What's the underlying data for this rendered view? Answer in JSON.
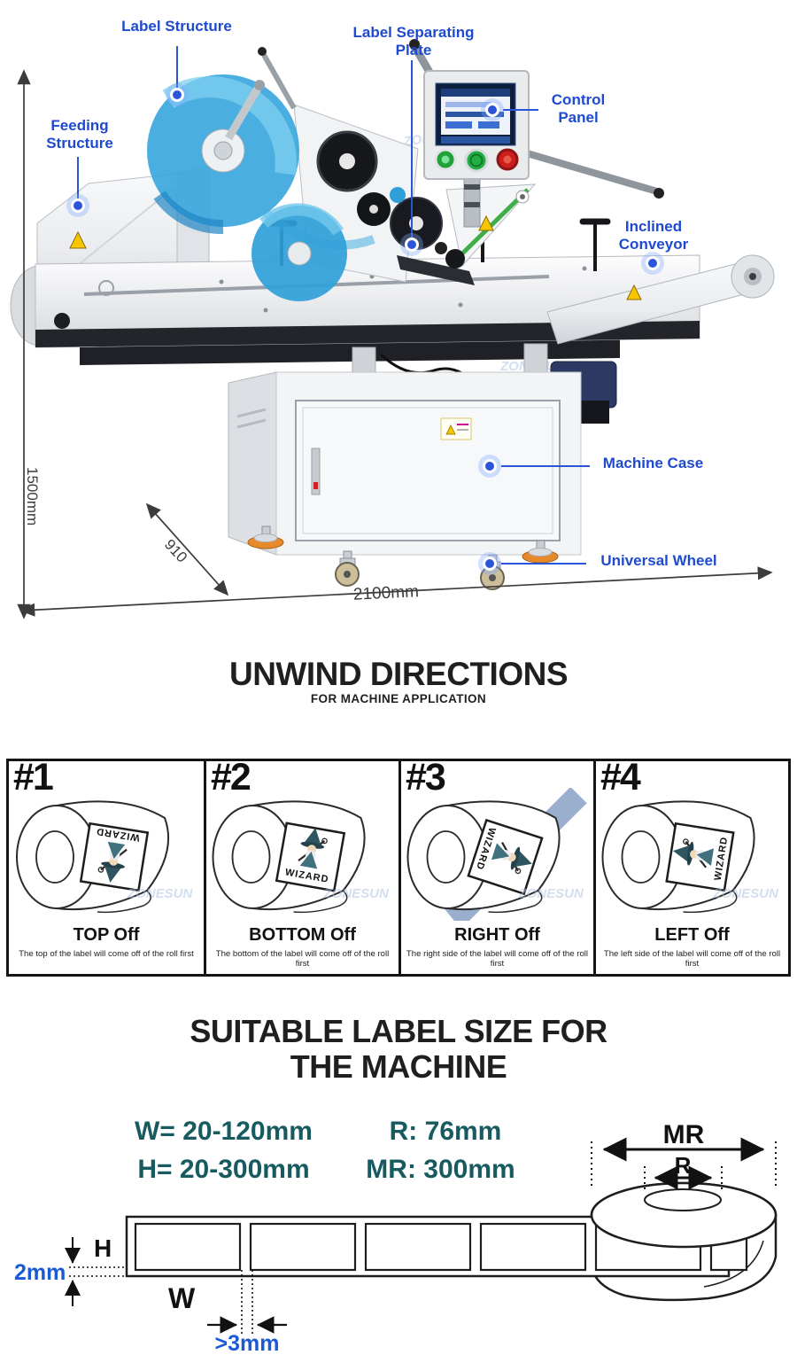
{
  "watermark": "ZONESUN",
  "colors": {
    "callout_blue": "#1e4ad0",
    "leader_blue": "#2b55d8",
    "dimension_gray": "#3c3c3c",
    "spec_teal": "#175b61",
    "annotation_blue": "#1a5ad6",
    "film_blue": "#2f9fd8",
    "checkmark_blue": "#8ea6c8"
  },
  "machine": {
    "callouts": {
      "label_structure": "Label Structure",
      "feeding_structure": "Feeding\nStructure",
      "label_separating_plate": "Label Separating\nPlate",
      "control_panel": "Control\nPanel",
      "inclined_conveyor": "Inclined\nConveyor",
      "machine_case": "Machine Case",
      "universal_wheel": "Universal Wheel"
    },
    "dimensions": {
      "height": "1500mm",
      "depth": "910",
      "length": "2100mm"
    }
  },
  "unwind": {
    "title": "UNWIND DIRECTIONS",
    "subtitle": "FOR MACHINE APPLICATION",
    "label_text": "WIZARD",
    "panels": [
      {
        "number": "#1",
        "title": "TOP Off",
        "description": "The top of the label will come off of the roll first"
      },
      {
        "number": "#2",
        "title": "BOTTOM Off",
        "description": "The bottom of the label will come off of the roll first"
      },
      {
        "number": "#3",
        "title": "RIGHT Off",
        "description": "The right side of the label will come off of the roll first"
      },
      {
        "number": "#4",
        "title": "LEFT Off",
        "description": "The left side of the label will come off of the roll first"
      }
    ]
  },
  "label_size": {
    "title": "SUITABLE LABEL SIZE FOR\nTHE MACHINE",
    "specs": {
      "width": "W= 20-120mm",
      "height": "H= 20-300mm",
      "radius": "R: 76mm",
      "max_radius": "MR: 300mm"
    },
    "diagram": {
      "label_height": "H",
      "label_width": "W",
      "liner_margin": "2mm",
      "label_gap": ">3mm",
      "max_roll_diameter": "MR",
      "core_diameter": "R"
    }
  }
}
